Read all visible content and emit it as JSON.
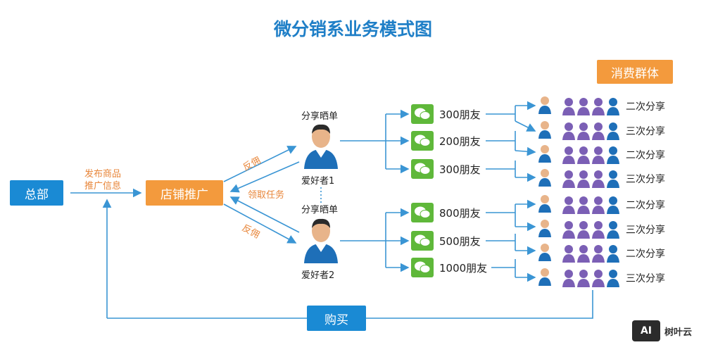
{
  "title": "微分销系业务模式图",
  "nodes": {
    "hq": "总部",
    "store": "店铺推广",
    "purchase": "购买",
    "consumer_group": "消费群体"
  },
  "edge_labels": {
    "publish_line1": "发布商品",
    "publish_line2": "推广信息",
    "commission_1": "反佣",
    "commission_2": "反佣",
    "take_task": "领取任务",
    "share_1": "分享晒单",
    "share_2": "分享晒单"
  },
  "fans": [
    "爱好者1",
    "爱好者2"
  ],
  "friends": [
    "300朋友",
    "200朋友",
    "300朋友",
    "800朋友",
    "500朋友",
    "1000朋友"
  ],
  "shares": [
    "二次分享",
    "三次分享",
    "二次分享",
    "三次分享",
    "二次分享",
    "三次分享",
    "二次分享",
    "三次分享"
  ],
  "logo": {
    "mark": "AI",
    "text": "树叶云"
  },
  "colors": {
    "blue": "#1a8ad4",
    "orange": "#f39a3d",
    "wechat_green": "#5fb83a",
    "group_purple": "#7b5fb5",
    "person_blue": "#1e6fb8"
  }
}
